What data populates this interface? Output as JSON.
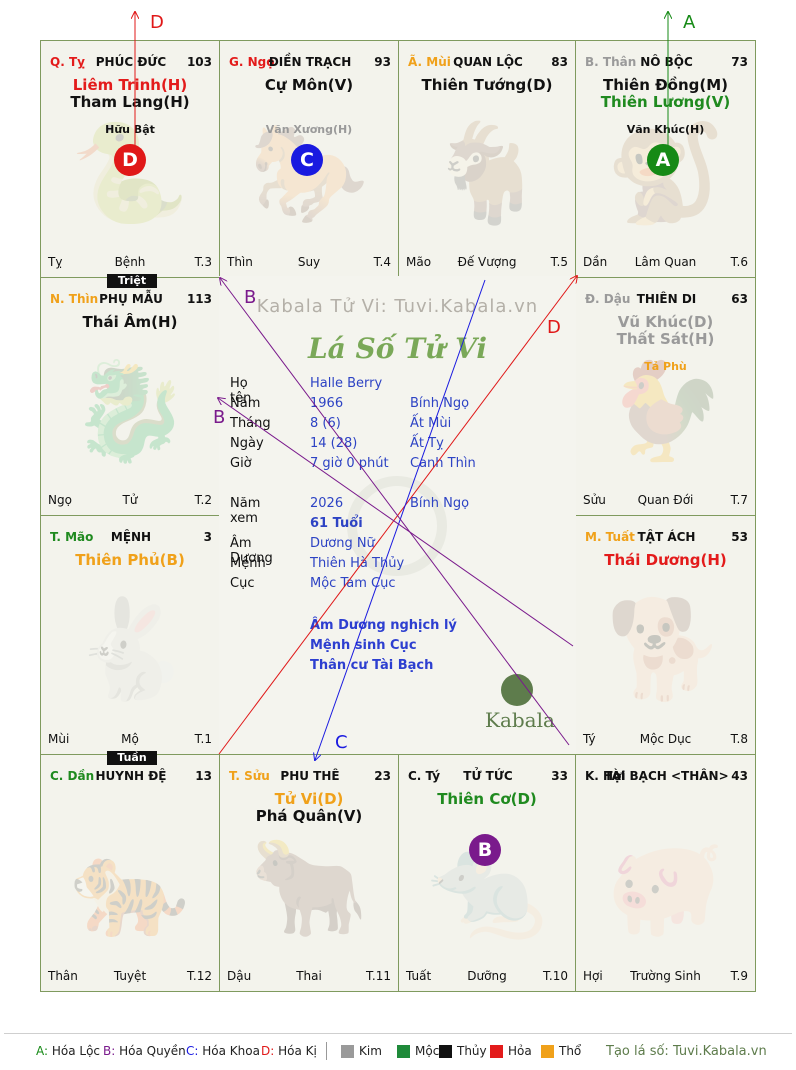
{
  "corner_labels": {
    "top_left": "D",
    "top_right": "A"
  },
  "palaces": [
    {
      "can": "Q. Tỵ",
      "can_color": "#e31b1b",
      "cung": "PHÚC ĐỨC",
      "num": "103",
      "stars": [
        {
          "name": "Liêm Trinh(H)",
          "color": "#e31b1b"
        },
        {
          "name": "Tham Lang(H)",
          "color": "#111111"
        }
      ],
      "minor": [
        {
          "name": "Hữu Bật",
          "color": "#111111"
        }
      ],
      "chi": "Tỵ",
      "stage": "Bệnh",
      "age": "T.3",
      "beast": "🐍"
    },
    {
      "can": "G. Ngọ",
      "can_color": "#e31b1b",
      "cung": "ĐIỀN TRẠCH",
      "num": "93",
      "stars": [
        {
          "name": "Cự Môn(V)",
          "color": "#111111"
        }
      ],
      "minor": [
        {
          "name": "Văn Xương(H)",
          "color": "#9a9a9a"
        }
      ],
      "chi": "Thìn",
      "stage": "Suy",
      "age": "T.4",
      "beast": "🐎"
    },
    {
      "can": "Ã. Mùi",
      "can_color": "#f0a11a",
      "cung": "QUAN LỘC",
      "num": "83",
      "stars": [
        {
          "name": "Thiên Tướng(D)",
          "color": "#111111"
        }
      ],
      "minor": [],
      "chi": "Mão",
      "stage": "Đế Vượng",
      "age": "T.5",
      "beast": "🐐"
    },
    {
      "can": "B. Thân",
      "can_color": "#9a9a9a",
      "cung": "NÔ BỘC",
      "num": "73",
      "stars": [
        {
          "name": "Thiên Đồng(M)",
          "color": "#111111"
        },
        {
          "name": "Thiên Lương(V)",
          "color": "#1f8a1f"
        }
      ],
      "minor": [
        {
          "name": "Văn Khúc(H)",
          "color": "#111111"
        }
      ],
      "chi": "Dần",
      "stage": "Lâm Quan",
      "age": "T.6",
      "beast": "🐒"
    },
    {
      "can": "N. Thìn",
      "can_color": "#f0a11a",
      "cung": "PHỤ MẪU",
      "num": "113",
      "stars": [
        {
          "name": "Thái Âm(H)",
          "color": "#111111"
        }
      ],
      "minor": [],
      "chi": "Ngọ",
      "stage": "Tử",
      "age": "T.2",
      "beast": "🐉"
    },
    {
      "can": "Đ. Dậu",
      "can_color": "#9a9a9a",
      "cung": "THIÊN DI",
      "num": "63",
      "stars": [
        {
          "name": "Vũ Khúc(D)",
          "color": "#9a9a9a"
        },
        {
          "name": "Thất Sát(H)",
          "color": "#9a9a9a"
        }
      ],
      "minor": [
        {
          "name": "Tả Phù",
          "color": "#f0a11a"
        }
      ],
      "chi": "Sửu",
      "stage": "Quan Đới",
      "age": "T.7",
      "beast": "🐓"
    },
    {
      "can": "T. Mão",
      "can_color": "#1f8a1f",
      "cung": "MỆNH",
      "num": "3",
      "stars": [
        {
          "name": "Thiên Phủ(B)",
          "color": "#f0a11a"
        }
      ],
      "minor": [],
      "chi": "Mùi",
      "stage": "Mộ",
      "age": "T.1",
      "beast": "🐇"
    },
    {
      "can": "M. Tuất",
      "can_color": "#f0a11a",
      "cung": "TẬT ÁCH",
      "num": "53",
      "stars": [
        {
          "name": "Thái Dương(H)",
          "color": "#e31b1b"
        }
      ],
      "minor": [],
      "chi": "Tý",
      "stage": "Mộc Dục",
      "age": "T.8",
      "beast": "🐕"
    },
    {
      "can": "C. Dần",
      "can_color": "#1f8a1f",
      "cung": "HUYNH ĐỆ",
      "num": "13",
      "stars": [],
      "minor": [],
      "chi": "Thân",
      "stage": "Tuyệt",
      "age": "T.12",
      "beast": "🐅"
    },
    {
      "can": "T. Sửu",
      "can_color": "#f0a11a",
      "cung": "PHU THÊ",
      "num": "23",
      "stars": [
        {
          "name": "Tử Vi(D)",
          "color": "#f0a11a"
        },
        {
          "name": "Phá Quân(V)",
          "color": "#111111"
        }
      ],
      "minor": [],
      "chi": "Dậu",
      "stage": "Thai",
      "age": "T.11",
      "beast": "🐂"
    },
    {
      "can": "C. Tý",
      "can_color": "#111111",
      "cung": "TỬ TỨC",
      "num": "33",
      "stars": [
        {
          "name": "Thiên Cơ(D)",
          "color": "#1f8a1f"
        }
      ],
      "minor": [],
      "chi": "Tuất",
      "stage": "Dưỡng",
      "age": "T.10",
      "beast": "🐀"
    },
    {
      "can": "K. Hợi",
      "can_color": "#111111",
      "cung": "TÀI BẠCH <THÂN>",
      "num": "43",
      "stars": [],
      "minor": [],
      "chi": "Hợi",
      "stage": "Trường Sinh",
      "age": "T.9",
      "beast": "🐖"
    }
  ],
  "badges": [
    {
      "letter": "D",
      "color": "#e01818"
    },
    {
      "letter": "C",
      "color": "#1a1ae0"
    },
    {
      "letter": "A",
      "color": "#168a16"
    },
    {
      "letter": "B",
      "color": "#7a1a8c"
    }
  ],
  "tags": {
    "triet": "Triệt",
    "tuan": "Tuần"
  },
  "center": {
    "watermark": "Kabala Tử Vi: Tuvi.Kabala.vn",
    "title": "Lá Số Tử Vi",
    "rows": [
      {
        "label": "Họ tên",
        "v1": "Halle Berry",
        "v2": ""
      },
      {
        "label": "Năm",
        "v1": "1966",
        "v2": "Bính Ngọ"
      },
      {
        "label": "Tháng",
        "v1": "8  (6)",
        "v2": "Ất Mùi"
      },
      {
        "label": "Ngày",
        "v1": "14  (28)",
        "v2": "Ất Tỵ"
      },
      {
        "label": "Giờ",
        "v1": "7 giờ 0 phút",
        "v2": "Canh Thìn"
      },
      {
        "label": "Năm xem",
        "v1": "2026",
        "v2": "Bính Ngọ"
      },
      {
        "label": "",
        "v1": "61 Tuổi",
        "v2": ""
      },
      {
        "label": "Âm Dương",
        "v1": "Dương Nữ",
        "v2": ""
      },
      {
        "label": "Mệnh",
        "v1": "Thiên Hà Thủy",
        "v2": ""
      },
      {
        "label": "Cục",
        "v1": "Mộc Tam Cục",
        "v2": ""
      }
    ],
    "notes": [
      "Âm Dương nghịch lý",
      "Mệnh sinh Cục",
      "Thân cư Tài Bạch"
    ],
    "logo": "Kabala"
  },
  "line_labels": {
    "B1": "B",
    "B2": "B",
    "D": "D",
    "C": "C"
  },
  "legend": {
    "items": [
      {
        "key": "A:",
        "label": " Hóa Lộc",
        "color": "#168a16"
      },
      {
        "key": "B:",
        "label": " Hóa Quyền",
        "color": "#7a1a8c"
      },
      {
        "key": "C:",
        "label": " Hóa Khoa",
        "color": "#1a1ae0"
      },
      {
        "key": "D:",
        "label": " Hóa Kị",
        "color": "#e01818"
      }
    ],
    "elements": [
      {
        "label": "Kim",
        "color": "#9a9a9a"
      },
      {
        "label": "Mộc",
        "color": "#1f8a3a"
      },
      {
        "label": "Thủy",
        "color": "#111111"
      },
      {
        "label": "Hỏa",
        "color": "#e31b1b"
      },
      {
        "label": "Thổ",
        "color": "#f0a11a"
      }
    ],
    "credit": "Tạo lá số: Tuvi.Kabala.vn"
  }
}
